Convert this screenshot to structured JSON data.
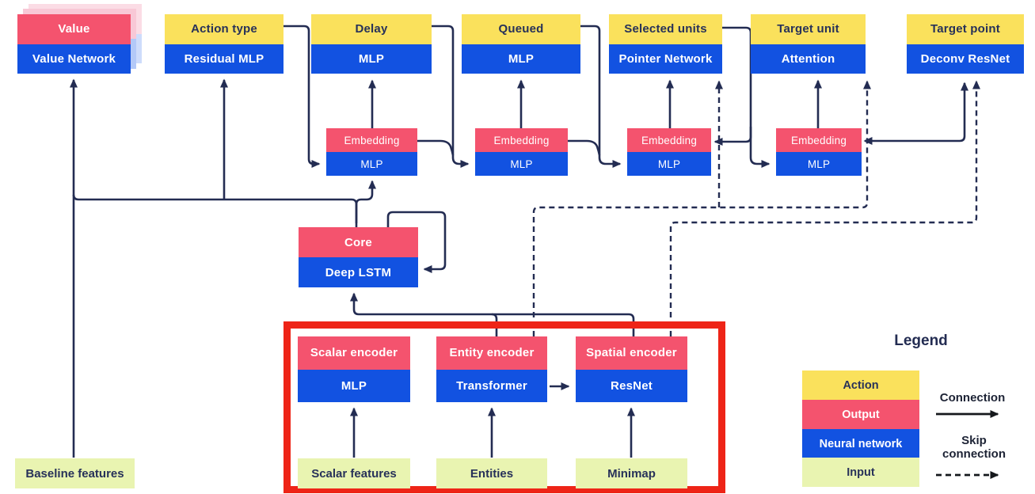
{
  "heads": [
    {
      "action": "Value",
      "network": "Value Network"
    },
    {
      "action": "Action type",
      "network": "Residual MLP"
    },
    {
      "action": "Delay",
      "network": "MLP"
    },
    {
      "action": "Queued",
      "network": "MLP"
    },
    {
      "action": "Selected units",
      "network": "Pointer Network"
    },
    {
      "action": "Target unit",
      "network": "Attention"
    },
    {
      "action": "Target point",
      "network": "Deconv ResNet"
    }
  ],
  "embeddings": [
    {
      "top": "Embedding",
      "bottom": "MLP"
    },
    {
      "top": "Embedding",
      "bottom": "MLP"
    },
    {
      "top": "Embedding",
      "bottom": "MLP"
    },
    {
      "top": "Embedding",
      "bottom": "MLP"
    }
  ],
  "core": {
    "top": "Core",
    "bottom": "Deep LSTM"
  },
  "encoders": [
    {
      "top": "Scalar encoder",
      "bottom": "MLP"
    },
    {
      "top": "Entity encoder",
      "bottom": "Transformer"
    },
    {
      "top": "Spatial encoder",
      "bottom": "ResNet"
    }
  ],
  "inputs": [
    {
      "label": "Scalar features"
    },
    {
      "label": "Entities"
    },
    {
      "label": "Minimap"
    }
  ],
  "baseline": {
    "label": "Baseline features"
  },
  "legend": {
    "title": "Legend",
    "items": [
      {
        "label": "Action",
        "color": "#FAE15C"
      },
      {
        "label": "Output",
        "color": "#F4536E"
      },
      {
        "label": "Neural network",
        "color": "#1252E1"
      },
      {
        "label": "Input",
        "color": "#E9F4B1"
      }
    ],
    "connection_label": "Connection",
    "skip_label": "Skip connection"
  },
  "colors": {
    "action_yellow": "#FAE15C",
    "output_pink": "#F4536E",
    "network_blue": "#1252E1",
    "input_green": "#E9F4B1",
    "wire_navy": "#232C52",
    "highlight_frame_red": "#EE2417",
    "stack_ghost_pink": "#F8C8D6",
    "stack_ghost_blue": "#B3C9F8"
  }
}
